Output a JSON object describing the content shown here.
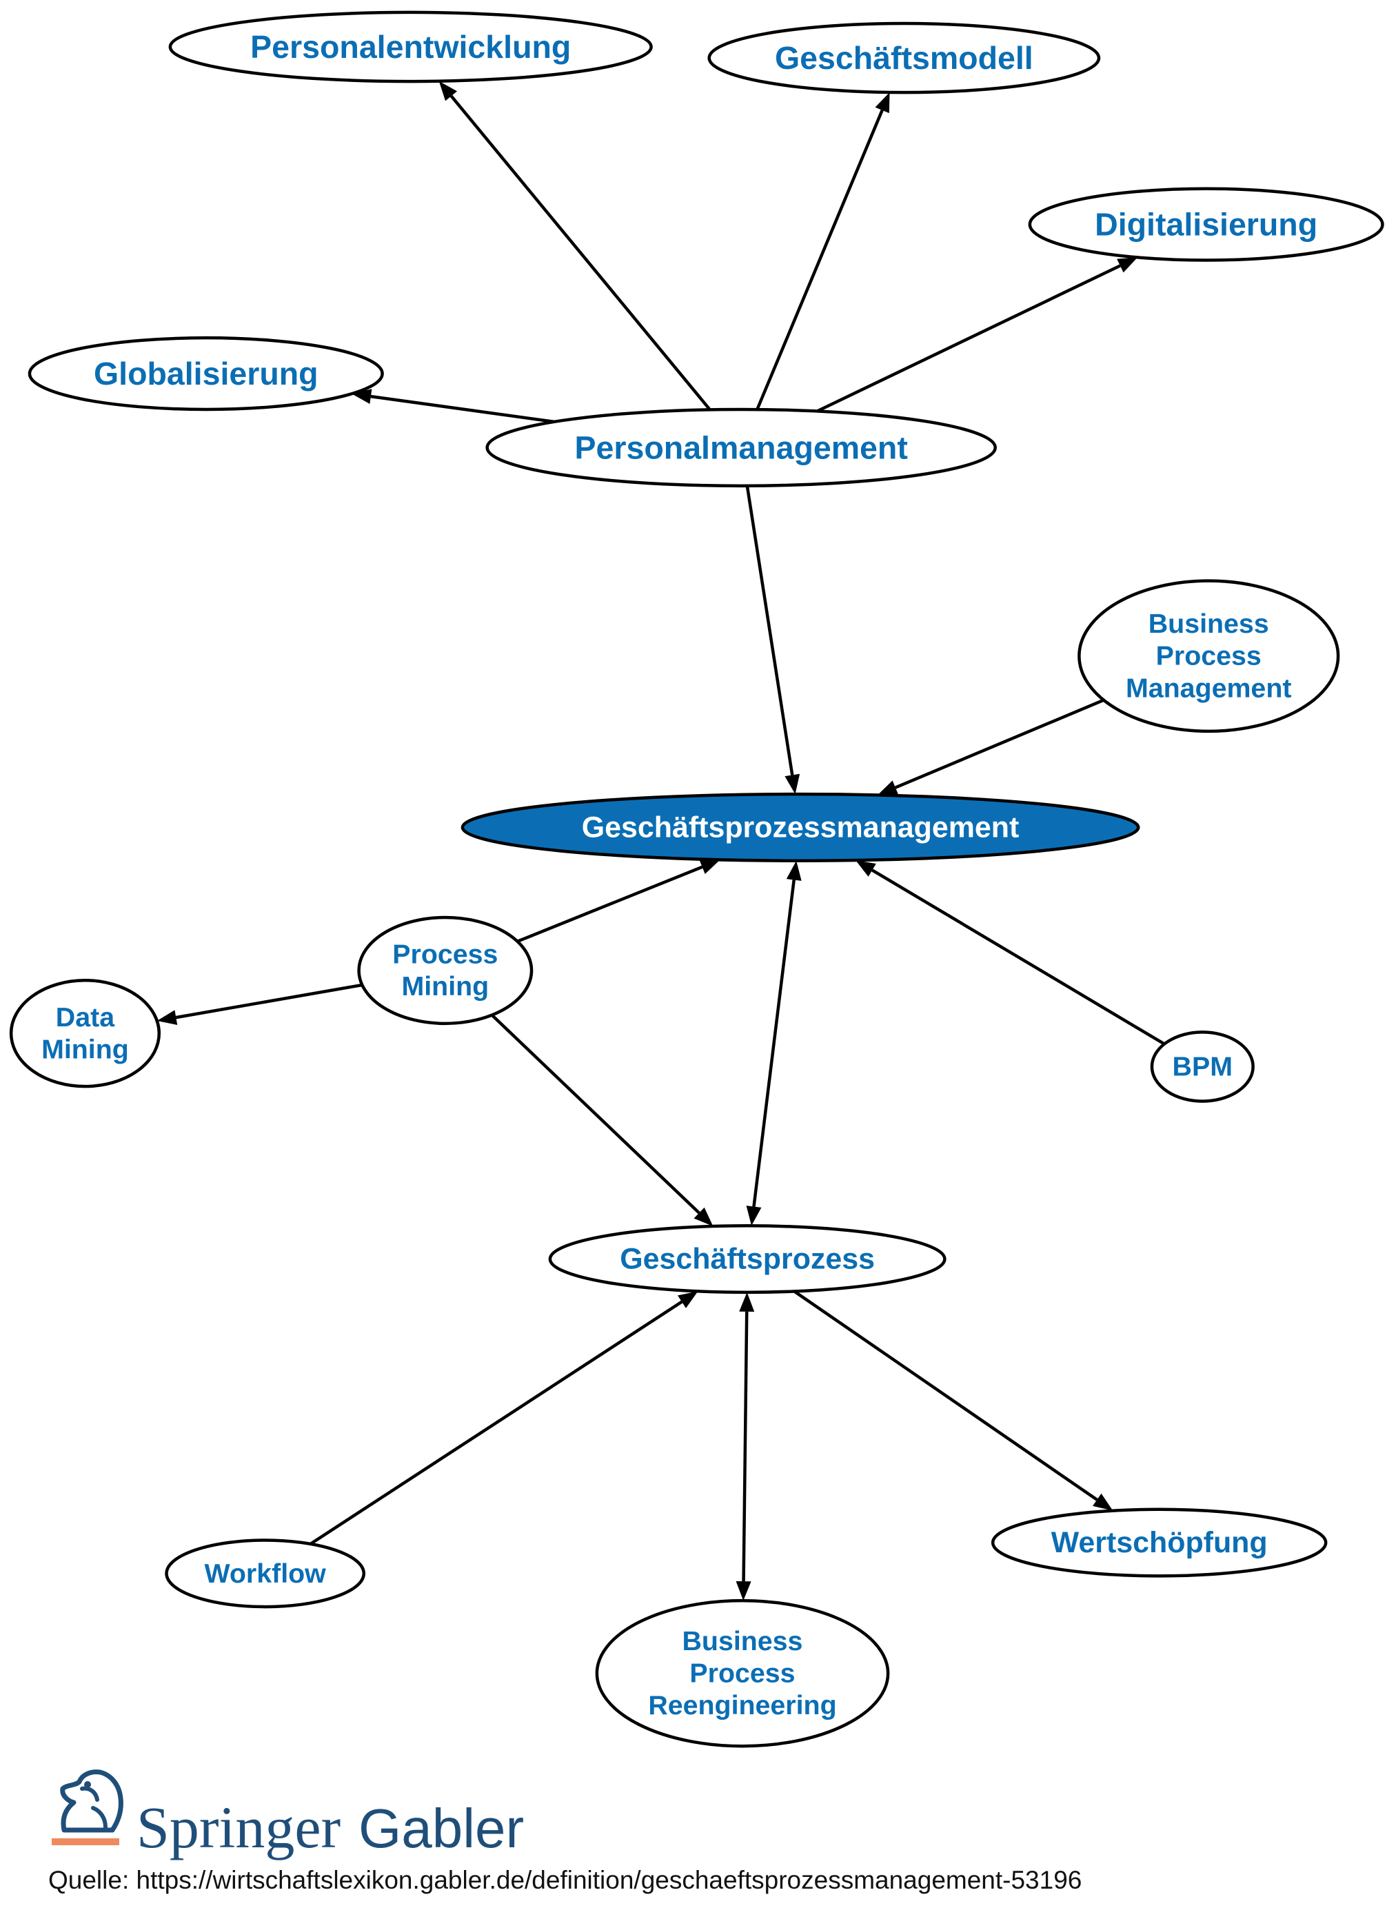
{
  "colors": {
    "accent": "#0b6eb4",
    "central_fill": "#0b6eb4",
    "node_fill": "#ffffff",
    "stroke": "#000000",
    "logo_orange": "#f08a5d",
    "logo_blue": "#1f4e79"
  },
  "nodes": {
    "personalentwicklung": {
      "lines": [
        "Personalentwicklung"
      ]
    },
    "geschaeftsmodell": {
      "lines": [
        "Geschäftsmodell"
      ]
    },
    "digitalisierung": {
      "lines": [
        "Digitalisierung"
      ]
    },
    "globalisierung": {
      "lines": [
        "Globalisierung"
      ]
    },
    "personalmanagement": {
      "lines": [
        "Personalmanagement"
      ]
    },
    "bpmanagement": {
      "lines": [
        "Business",
        "Process",
        "Management"
      ]
    },
    "central": {
      "lines": [
        "Geschäftsprozessmanagement"
      ]
    },
    "processmining": {
      "lines": [
        "Process",
        "Mining"
      ]
    },
    "datamining": {
      "lines": [
        "Data",
        "Mining"
      ]
    },
    "bpm": {
      "lines": [
        "BPM"
      ]
    },
    "geschaeftsprozess": {
      "lines": [
        "Geschäftsprozess"
      ]
    },
    "workflow": {
      "lines": [
        "Workflow"
      ]
    },
    "wertschoepfung": {
      "lines": [
        "Wertschöpfung"
      ]
    },
    "bpr": {
      "lines": [
        "Business",
        "Process",
        "Reengineering"
      ]
    }
  },
  "edges": [
    {
      "from": "personalmanagement",
      "to": "personalentwicklung",
      "dir": "forward"
    },
    {
      "from": "personalmanagement",
      "to": "geschaeftsmodell",
      "dir": "forward"
    },
    {
      "from": "personalmanagement",
      "to": "digitalisierung",
      "dir": "forward"
    },
    {
      "from": "personalmanagement",
      "to": "globalisierung",
      "dir": "forward"
    },
    {
      "from": "personalmanagement",
      "to": "central",
      "dir": "forward"
    },
    {
      "from": "bpmanagement",
      "to": "central",
      "dir": "forward"
    },
    {
      "from": "processmining",
      "to": "central",
      "dir": "forward"
    },
    {
      "from": "processmining",
      "to": "datamining",
      "dir": "forward"
    },
    {
      "from": "processmining",
      "to": "geschaeftsprozess",
      "dir": "forward"
    },
    {
      "from": "bpm",
      "to": "central",
      "dir": "forward"
    },
    {
      "from": "central",
      "to": "geschaeftsprozess",
      "dir": "both"
    },
    {
      "from": "workflow",
      "to": "geschaeftsprozess",
      "dir": "forward"
    },
    {
      "from": "geschaeftsprozess",
      "to": "wertschoepfung",
      "dir": "forward"
    },
    {
      "from": "geschaeftsprozess",
      "to": "bpr",
      "dir": "both"
    }
  ],
  "logo": {
    "springer": "Springer",
    "gabler": "Gabler",
    "icon": "chess-knight-icon"
  },
  "footer": {
    "source": "Quelle: https://wirtschaftslexikon.gabler.de/definition/geschaeftsprozessmanagement-53196"
  }
}
